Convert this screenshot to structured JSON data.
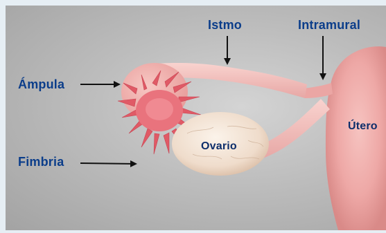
{
  "labels": {
    "istmo": "Istmo",
    "intramural": "Intramural",
    "ampula": "Ámpula",
    "fimbria": "Fimbria",
    "ovario": "Ovario",
    "utero": "Útero"
  },
  "colors": {
    "label_blue": "#0b3d8a",
    "background_gray": "#b4b4b4",
    "tissue_pink": "#f3b3b4",
    "fimbria_red": "#e05a66",
    "ovary_cream": "#f3e7dc",
    "frame_border": "#e6eef4"
  }
}
